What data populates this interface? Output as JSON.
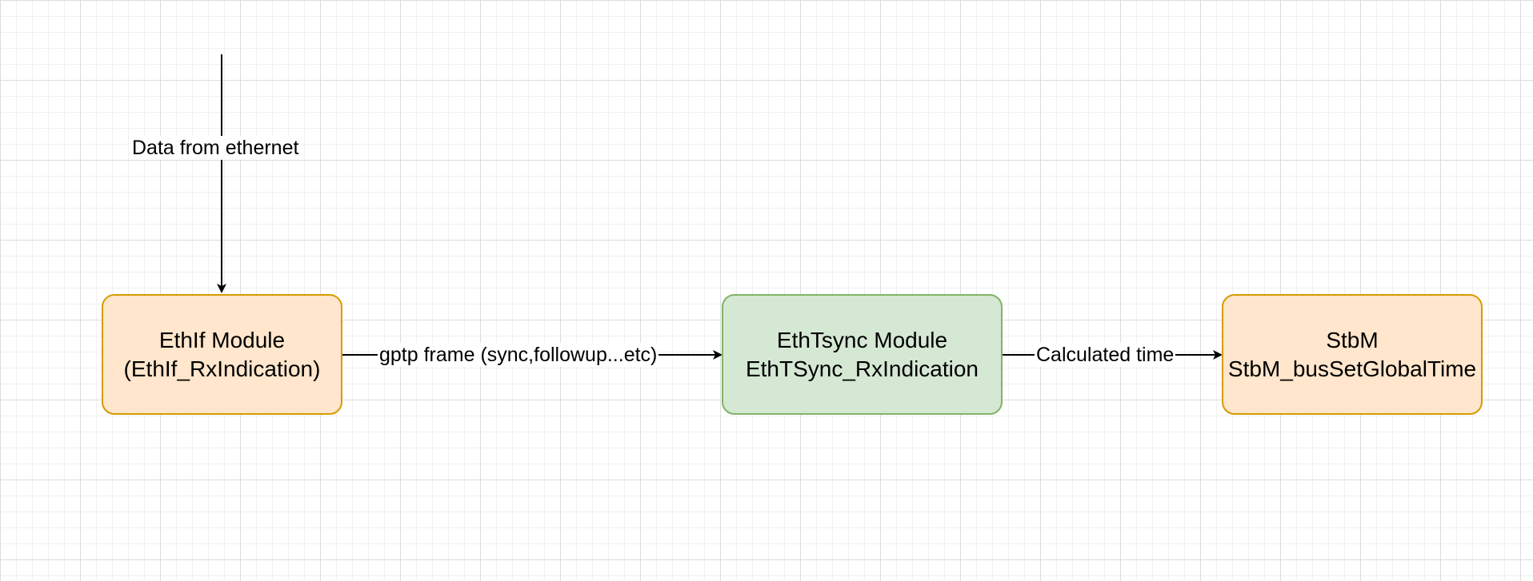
{
  "colors": {
    "orange_fill": "#ffe6cc",
    "orange_stroke": "#d79b00",
    "green_fill": "#d5e8d4",
    "green_stroke": "#82b366",
    "edge": "#000000"
  },
  "nodes": {
    "ethif": {
      "line1": "EthIf Module",
      "line2": "(EthIf_RxIndication)"
    },
    "ethtsync": {
      "line1": "EthTsync Module",
      "line2": "EthTSync_RxIndication"
    },
    "stbm": {
      "line1": "StbM",
      "line2": "StbM_busSetGlobalTime"
    }
  },
  "edges": {
    "input_label": "Data from ethernet",
    "ethif_to_ethtsync_label": "gptp frame (sync,followup...etc)",
    "ethtsync_to_stbm_label": "Calculated time"
  }
}
